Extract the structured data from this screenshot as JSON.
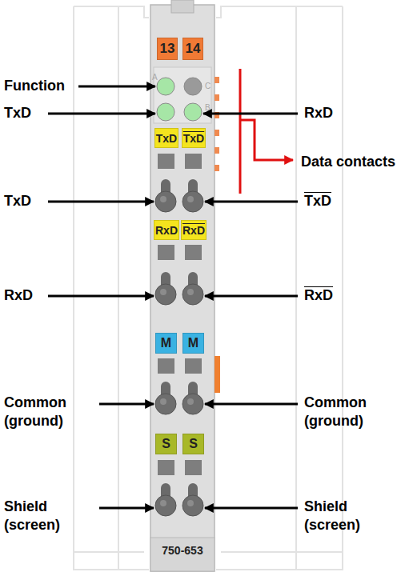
{
  "diagram": {
    "nodes": [
      {
        "text": [
          "750-653"
        ]
      },
      {
        "text": [
          "13"
        ],
        "in": 0
      },
      {
        "text": [
          "14"
        ],
        "in": 0
      },
      {
        "text": [
          "TxD"
        ],
        "in": 0
      },
      {
        "text": [
          "TxD"
        ],
        "in": 0
      },
      {
        "text": [
          "RxD"
        ],
        "in": 0
      },
      {
        "text": [
          "RxD"
        ],
        "in": 0
      },
      {
        "text": [
          "M"
        ],
        "in": 0
      },
      {
        "text": [
          "M"
        ],
        "in": 0
      },
      {
        "text": [
          "S"
        ],
        "in": 0
      },
      {
        "text": [
          "S"
        ],
        "in": 0
      }
    ],
    "labels": [
      "Function",
      "TxD",
      "RxD",
      "Data contacts",
      "TxD",
      "TxD",
      "RxD",
      "RxD",
      "Common (ground)",
      "Common (ground)",
      "Shield (screen)",
      "Shield (screen)",
      "A",
      "C",
      "B"
    ]
  }
}
